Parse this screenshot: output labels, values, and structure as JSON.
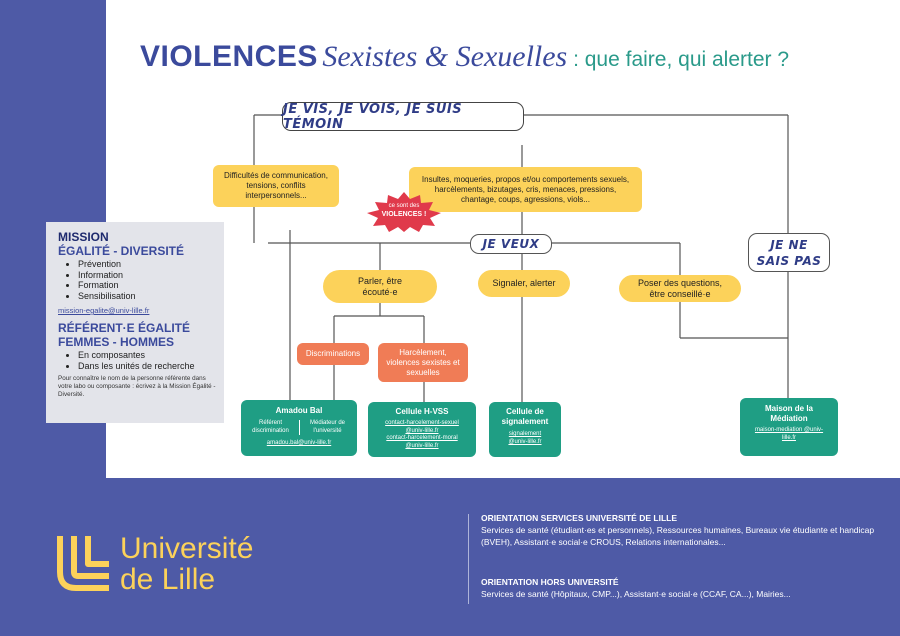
{
  "title": {
    "part1": "VIOLENCES",
    "part2": "Sexistes & Sexuelles",
    "part3": " : que faire, qui alerter ?"
  },
  "flow": {
    "top": "JE VIS, JE VOIS, JE SUIS TÉMOIN",
    "difficulties": "Difficultés de communication, tensions, conflits interpersonnels...",
    "insults": "Insultes, moqueries, propos et/ou comportements sexuels, harcèlements, bizutages, cris, menaces, pressions, chantage, coups, agressions, viols...",
    "badge": {
      "line1": "ce sont des",
      "line2": "VIOLENCES !"
    },
    "je_veux": "JE VEUX",
    "je_ne_sais_pas": {
      "line1": "JE NE",
      "line2": "SAIS PAS"
    },
    "parler": "Parler, être écouté·e",
    "signaler": "Signaler, alerter",
    "poser": "Poser des questions, être conseillé·e",
    "discriminations": "Discriminations",
    "harcelement": "Harcèlement, violences sexistes et sexuelles"
  },
  "contacts": {
    "amadou": {
      "title": "Amadou Bal",
      "role1": "Référent discrimination",
      "role2": "Médiateur de l'université",
      "email": "amadou.bal@univ-lille.fr"
    },
    "hvss": {
      "title": "Cellule H-VSS",
      "email1": "contact-harcelement-sexuel @univ-lille.fr",
      "email2": "contact-harcelement-moral @univ-lille.fr"
    },
    "signalement": {
      "title": "Cellule de signalement",
      "email": "signalement @univ-lille.fr"
    },
    "mediation": {
      "title": "Maison de la Médiation",
      "email": "maison-mediation @univ-lille.fr"
    }
  },
  "mission": {
    "heading1": "MISSION",
    "heading2": "ÉGALITÉ - DIVERSITÉ",
    "items": [
      "Prévention",
      "Information",
      "Formation",
      "Sensibilisation"
    ],
    "email": "mission-egalite@univ-lille.fr",
    "referent_heading": "RÉFÉRENT·E ÉGALITÉ FEMMES - HOMMES",
    "referent_items": [
      "En composantes",
      "Dans les unités de recherche"
    ],
    "note": "Pour connaître le nom de la personne référente dans votre labo ou composante : écrivez à la Mission Égalité - Diversité."
  },
  "footer": {
    "logo_line1": "Université",
    "logo_line2": "de Lille",
    "orient1_title": "ORIENTATION SERVICES UNIVERSITÉ DE LILLE",
    "orient1_text": "Services de santé (étudiant·es et personnels), Ressources humaines, Bureaux vie étudiante et handicap (BVEH), Assistant·e social·e CROUS, Relations internationales...",
    "orient2_title": "ORIENTATION HORS UNIVERSITÉ",
    "orient2_text": "Services de santé (Hôpitaux, CMP...), Assistant·e social·e (CCAF, CA...), Mairies..."
  },
  "colors": {
    "brand_blue": "#4e5aa6",
    "yellow": "#fcd25a",
    "orange": "#f07c56",
    "green": "#1f9e84",
    "red": "#e03a4b"
  }
}
